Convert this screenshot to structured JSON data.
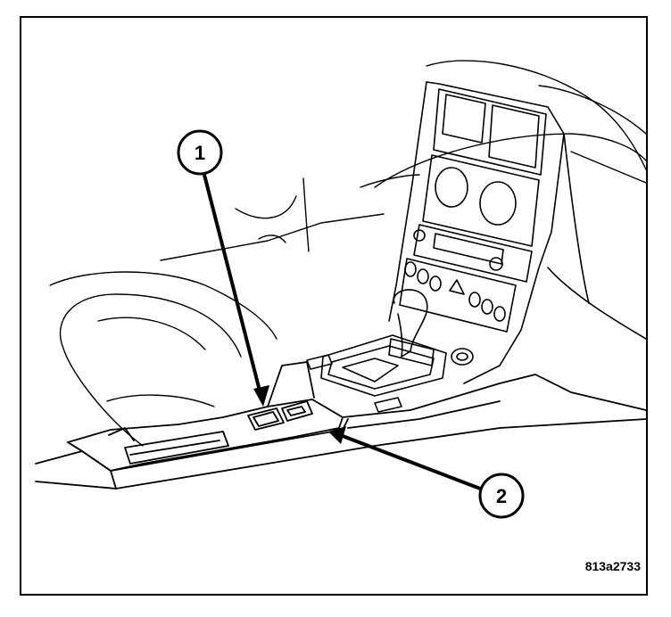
{
  "figure": {
    "reference_code": "813a2733",
    "callouts": [
      {
        "number": "1"
      },
      {
        "number": "2"
      }
    ]
  }
}
